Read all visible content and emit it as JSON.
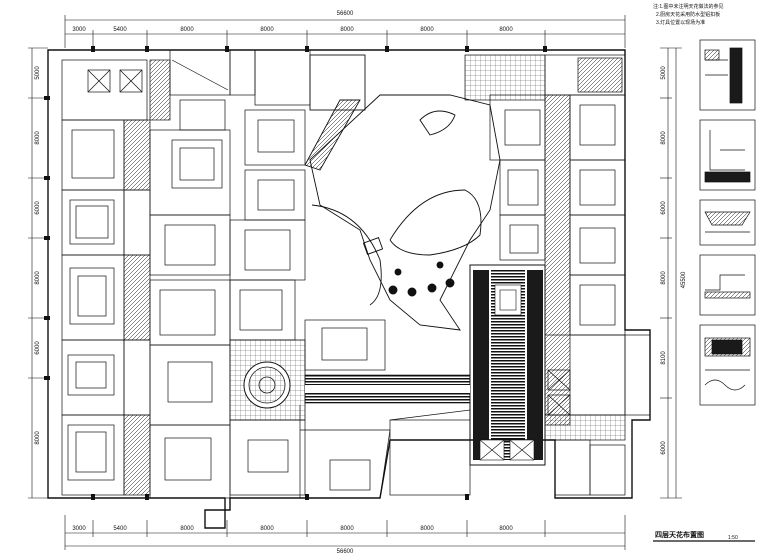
{
  "overall_width": "56600",
  "overall_height": "45500",
  "top_dims": [
    "3000",
    "5400",
    "8000",
    "8000",
    "8000",
    "8000",
    "8000"
  ],
  "bottom_dims": [
    "3000",
    "5400",
    "8000",
    "8000",
    "8000",
    "8000",
    "8000"
  ],
  "left_dims": [
    "5000",
    "8000",
    "6000",
    "8000",
    "6000",
    "8000"
  ],
  "right_dims": [
    "5000",
    "8000",
    "6000",
    "8000",
    "8100",
    "6000"
  ],
  "drawing_title": "四层天花布置图",
  "scale": "1:50",
  "notes": [
    "注:1.图中未注明天花做法的参见",
    "2.厨房天花采用防水型铝扣板",
    "3.灯具位置以现场为准"
  ],
  "colors": {
    "line": "#111111",
    "paper": "#ffffff",
    "fill": "#1a1a1a"
  }
}
